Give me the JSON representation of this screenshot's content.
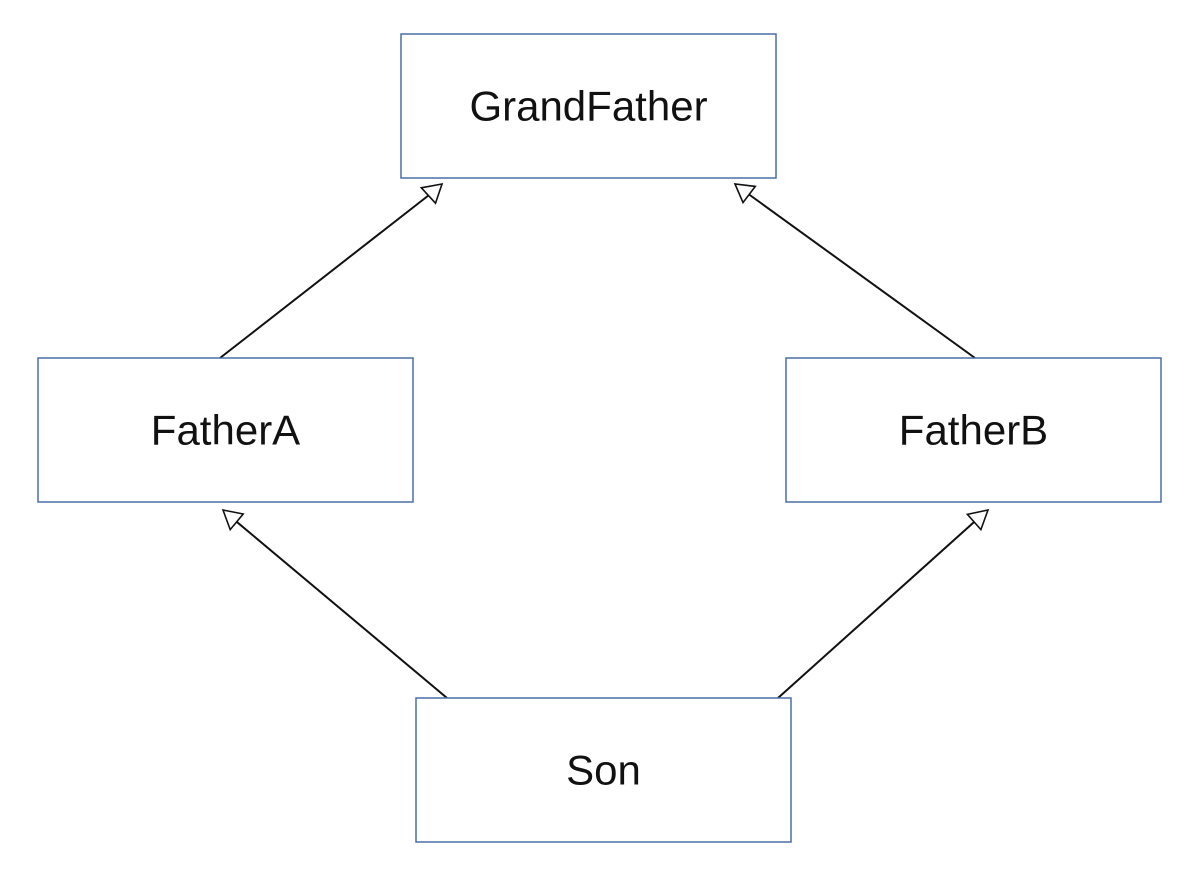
{
  "nodes": {
    "grandfather": {
      "label": "GrandFather"
    },
    "father_a": {
      "label": "FatherA"
    },
    "father_b": {
      "label": "FatherB"
    },
    "son": {
      "label": "Son"
    }
  },
  "edges": [
    {
      "from": "father_a",
      "to": "grandfather",
      "type": "inheritance"
    },
    {
      "from": "father_b",
      "to": "grandfather",
      "type": "inheritance"
    },
    {
      "from": "son",
      "to": "father_a",
      "type": "inheritance"
    },
    {
      "from": "son",
      "to": "father_b",
      "type": "inheritance"
    }
  ],
  "colors": {
    "box_border": "#4a6fa5",
    "line": "#111111",
    "text": "#111111"
  }
}
